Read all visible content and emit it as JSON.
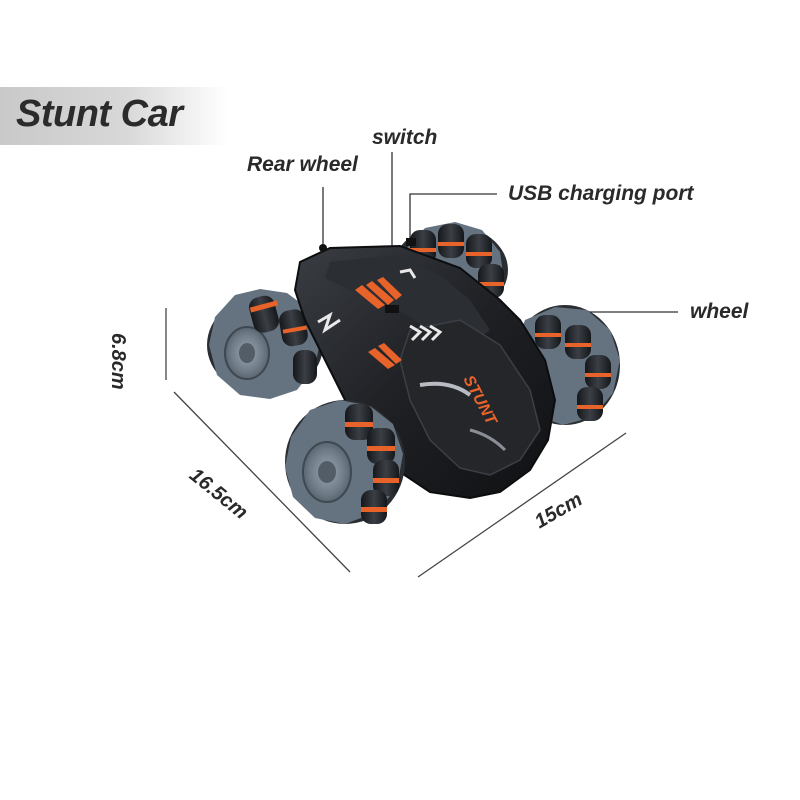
{
  "title": "Stunt Car",
  "labels": {
    "rear_wheel": "Rear wheel",
    "switch": "switch",
    "usb_port": "USB charging port",
    "wheel": "wheel"
  },
  "dimensions": {
    "height": "6.8cm",
    "length": "16.5cm",
    "width": "15cm"
  },
  "body_text": "STUNT",
  "colors": {
    "body": "#1c1e22",
    "wheel_hub": "#6d7a86",
    "accent": "#e8632a",
    "tire": "#2a2d31"
  }
}
